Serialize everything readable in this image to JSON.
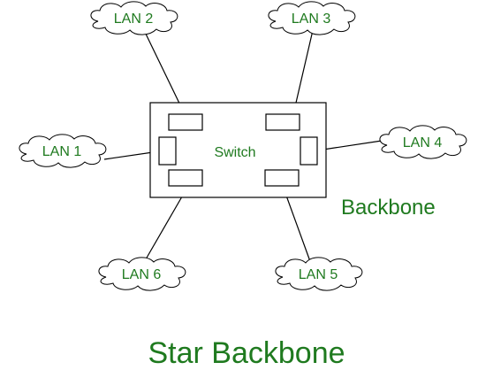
{
  "diagram": {
    "switch_label": "Switch",
    "backbone_label": "Backbone",
    "caption": "Star Backbone",
    "lans": [
      {
        "id": "lan1",
        "label": "LAN 1"
      },
      {
        "id": "lan2",
        "label": "LAN 2"
      },
      {
        "id": "lan3",
        "label": "LAN 3"
      },
      {
        "id": "lan4",
        "label": "LAN 4"
      },
      {
        "id": "lan5",
        "label": "LAN 5"
      },
      {
        "id": "lan6",
        "label": "LAN 6"
      }
    ]
  },
  "colors": {
    "label_green": "#1f7a1f",
    "line": "#000000",
    "background": "#ffffff"
  }
}
